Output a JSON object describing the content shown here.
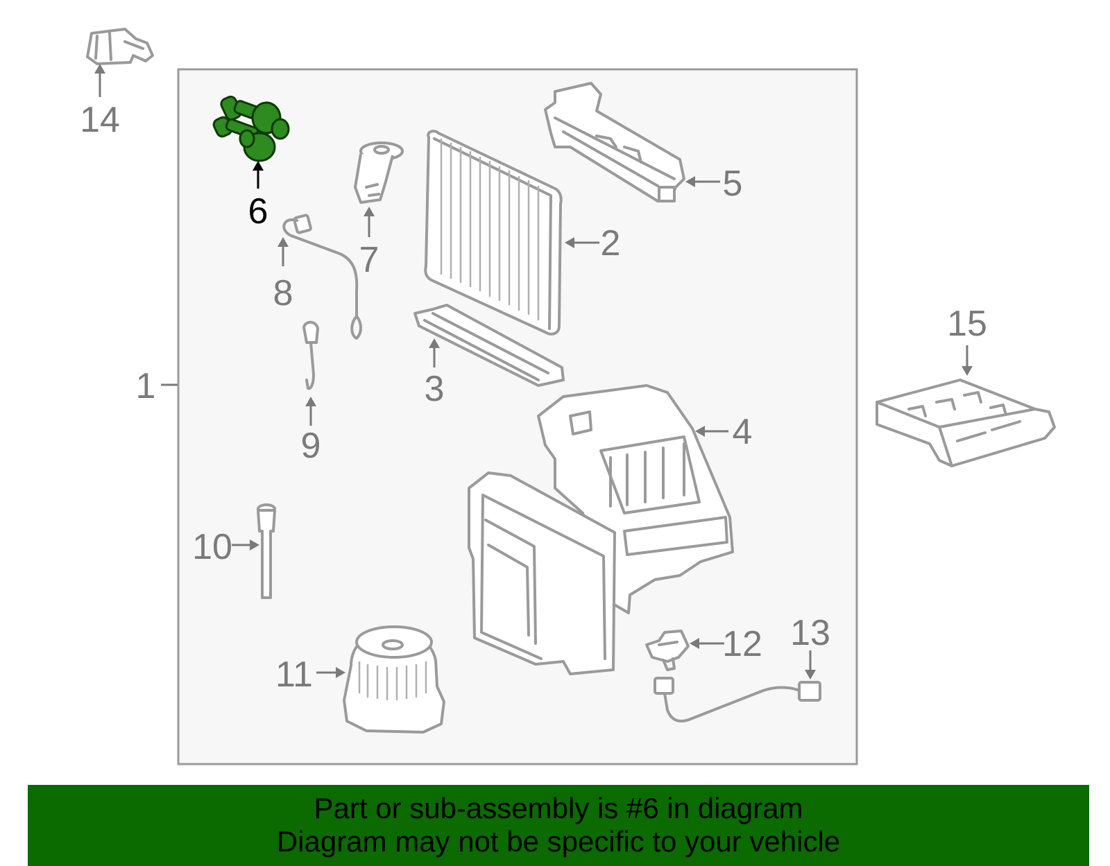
{
  "callouts": {
    "c1": "1",
    "c2": "2",
    "c3": "3",
    "c4": "4",
    "c5": "5",
    "c6": "6",
    "c7": "7",
    "c8": "8",
    "c9": "9",
    "c10": "10",
    "c11": "11",
    "c12": "12",
    "c13": "13",
    "c14": "14",
    "c15": "15"
  },
  "highlighted_part": "6",
  "colors": {
    "banner": "#0b6a00",
    "highlight_part": "#2e8b1f",
    "frame_bg": "#f7f7f7",
    "line": "#9a9a9a"
  },
  "banner": {
    "line1": "Part or sub-assembly is #6 in diagram",
    "line2": "Diagram may not be specific to your vehicle"
  }
}
